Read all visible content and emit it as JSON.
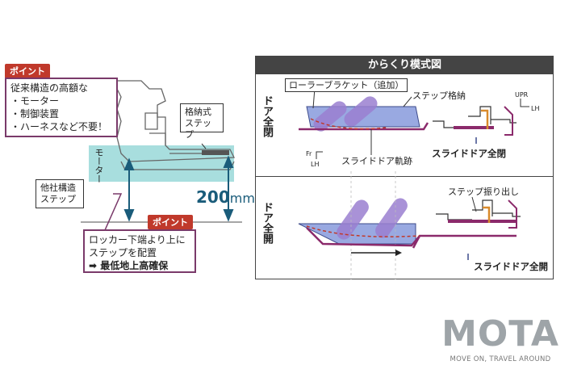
{
  "left": {
    "point_top_label": "ポイント",
    "top_callout_lines": [
      "従来構造の高額な",
      "・モーター",
      "・制御装置",
      "・ハーネスなど不要！"
    ],
    "retractable_step_label": "格納式\nステップ",
    "motor_label": "モーター",
    "other_company_label": "他社構造\nステップ",
    "height_value": "200",
    "height_unit": "mm",
    "point_bottom_label": "ポイント",
    "bottom_callout_lines": [
      "ロッカー下端より上に",
      "ステップを配置",
      "➡ 最低地上高確保"
    ]
  },
  "right": {
    "title": "からくり模式図",
    "closed_section_label": "ドア全閉",
    "open_section_label": "ドア全開",
    "roller_bracket_label": "ローラーブラケット（追加）",
    "step_stow_label": "ステップ格納",
    "upr_label": "UPR",
    "lh_label": "LH",
    "fr_label": "Fr",
    "lh_small_label": "LH",
    "slide_track_label": "スライドドア軌跡",
    "slide_closed_label": "スライドドア全閉",
    "step_swing_label": "ステップ振り出し",
    "slide_open_label": "スライドドア全開"
  },
  "brand": {
    "logo": "MOTA",
    "tagline": "MOVE ON, TRAVEL AROUND"
  },
  "colors": {
    "callout_border": "#7a3a6a",
    "point_bg": "#c0392b",
    "dim_line": "#1a5c7a",
    "teal_area": "#a8dede",
    "purple": "#8b2a6b",
    "blue_bracket": "#7f93d9",
    "roller": "#9a7fd0",
    "orange": "#d98a2b",
    "logo_gray": "#9ea4a8"
  }
}
